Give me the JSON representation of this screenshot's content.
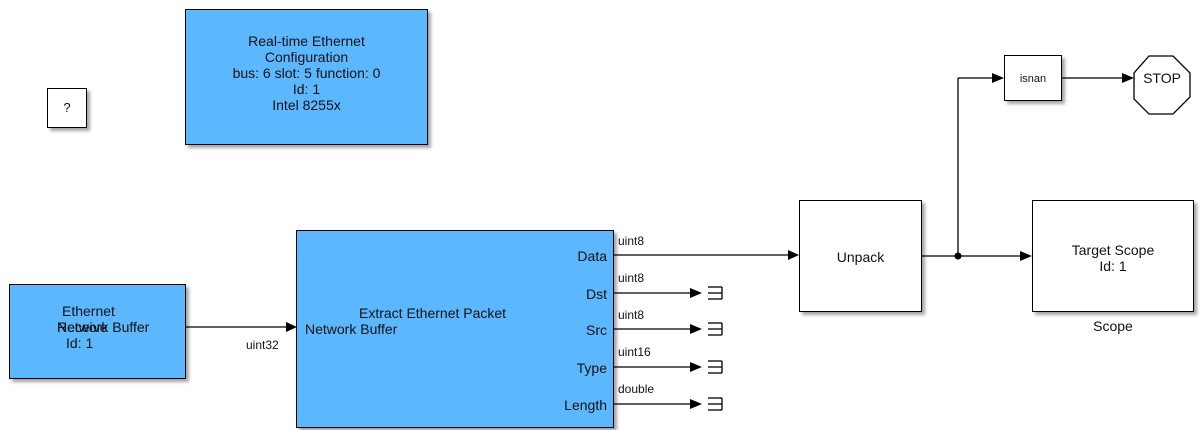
{
  "colors": {
    "block_fill": "#5cb8fe",
    "line": "#000000"
  },
  "config_block": {
    "lines": [
      "Real-time Ethernet",
      "Configuration",
      "bus: 6 slot: 5 function: 0",
      "Id: 1",
      "Intel 8255x"
    ]
  },
  "unknown_block": {
    "label": "?"
  },
  "receive_block": {
    "line1": "Ethernet",
    "line2a": "Receive",
    "line2b": "Network Buffer",
    "line3": "Id: 1"
  },
  "extract_block": {
    "title": "Extract Ethernet Packet",
    "input_port": "Network Buffer",
    "output_ports": [
      "Data",
      "Dst",
      "Src",
      "Type",
      "Length"
    ]
  },
  "signals": {
    "input": "uint32",
    "outputs": [
      "uint8",
      "uint8",
      "uint8",
      "uint16",
      "double"
    ]
  },
  "unpack_block": {
    "label": "Unpack"
  },
  "isnan_block": {
    "label": "isnan"
  },
  "stop_block": {
    "label": "STOP"
  },
  "scope_block": {
    "line1": "Target Scope",
    "line2": "Id: 1",
    "caption": "Scope"
  }
}
